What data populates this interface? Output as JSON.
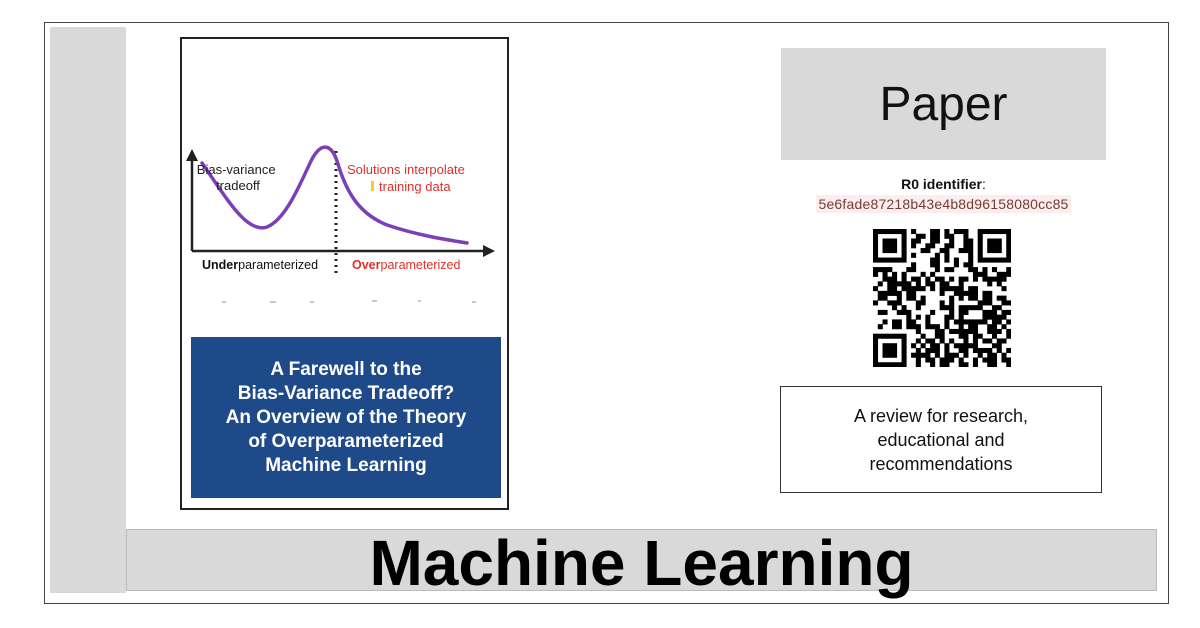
{
  "cover": {
    "figure": {
      "left_label": "Bias-variance\ntradeoff",
      "right_label_line1": "Solutions interpolate",
      "right_label_line2": "training data",
      "x_left_bold": "Under",
      "x_left_rest": "parameterized",
      "x_right_bold": "Over",
      "x_right_rest": "parameterized",
      "curve_color": "#7b3fb8",
      "right_label_color": "#e0302a"
    },
    "title": "A Farewell to the\nBias-Variance Tradeoff?\nAn Overview of the Theory\nof Overparameterized\nMachine Learning",
    "title_bg": "#1e4a8a"
  },
  "type_label": "Paper",
  "identifier": {
    "label": "R0 identifier",
    "value": "5e6fade87218b43e4b8d96158080cc85"
  },
  "qr_icon": "qr-code-icon",
  "review_text": "A review for research,\neducational and\nrecommendations",
  "category": "Machine Learning"
}
